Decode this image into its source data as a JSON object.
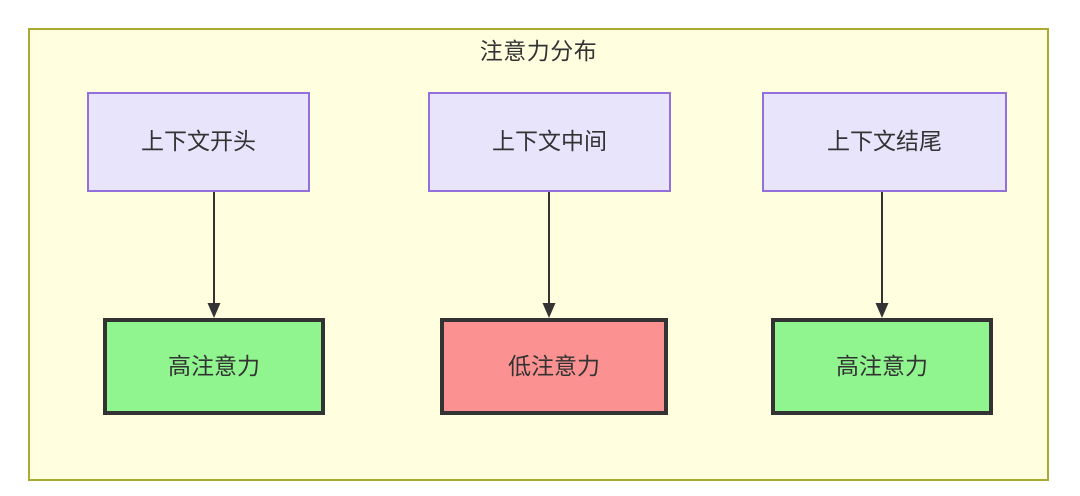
{
  "diagram": {
    "title": "注意力分布",
    "frame": {
      "background_color": "#ffffe0",
      "border_color": "#aaaa33"
    },
    "columns": [
      {
        "id": "start",
        "source": {
          "label": "上下文开头",
          "fill": "#e8e4fc",
          "border": "#9370db"
        },
        "target": {
          "label": "高注意力",
          "fill": "#90f58f",
          "border": "#333333"
        },
        "edge": {
          "direction": "down",
          "color": "#333333",
          "label": ""
        }
      },
      {
        "id": "middle",
        "source": {
          "label": "上下文中间",
          "fill": "#e8e4fc",
          "border": "#9370db"
        },
        "target": {
          "label": "低注意力",
          "fill": "#fb9191",
          "border": "#333333"
        },
        "edge": {
          "direction": "down",
          "color": "#333333",
          "label": ""
        }
      },
      {
        "id": "end",
        "source": {
          "label": "上下文结尾",
          "fill": "#e8e4fc",
          "border": "#9370db"
        },
        "target": {
          "label": "高注意力",
          "fill": "#90f58f",
          "border": "#333333"
        },
        "edge": {
          "direction": "down",
          "color": "#333333",
          "label": ""
        }
      }
    ]
  }
}
